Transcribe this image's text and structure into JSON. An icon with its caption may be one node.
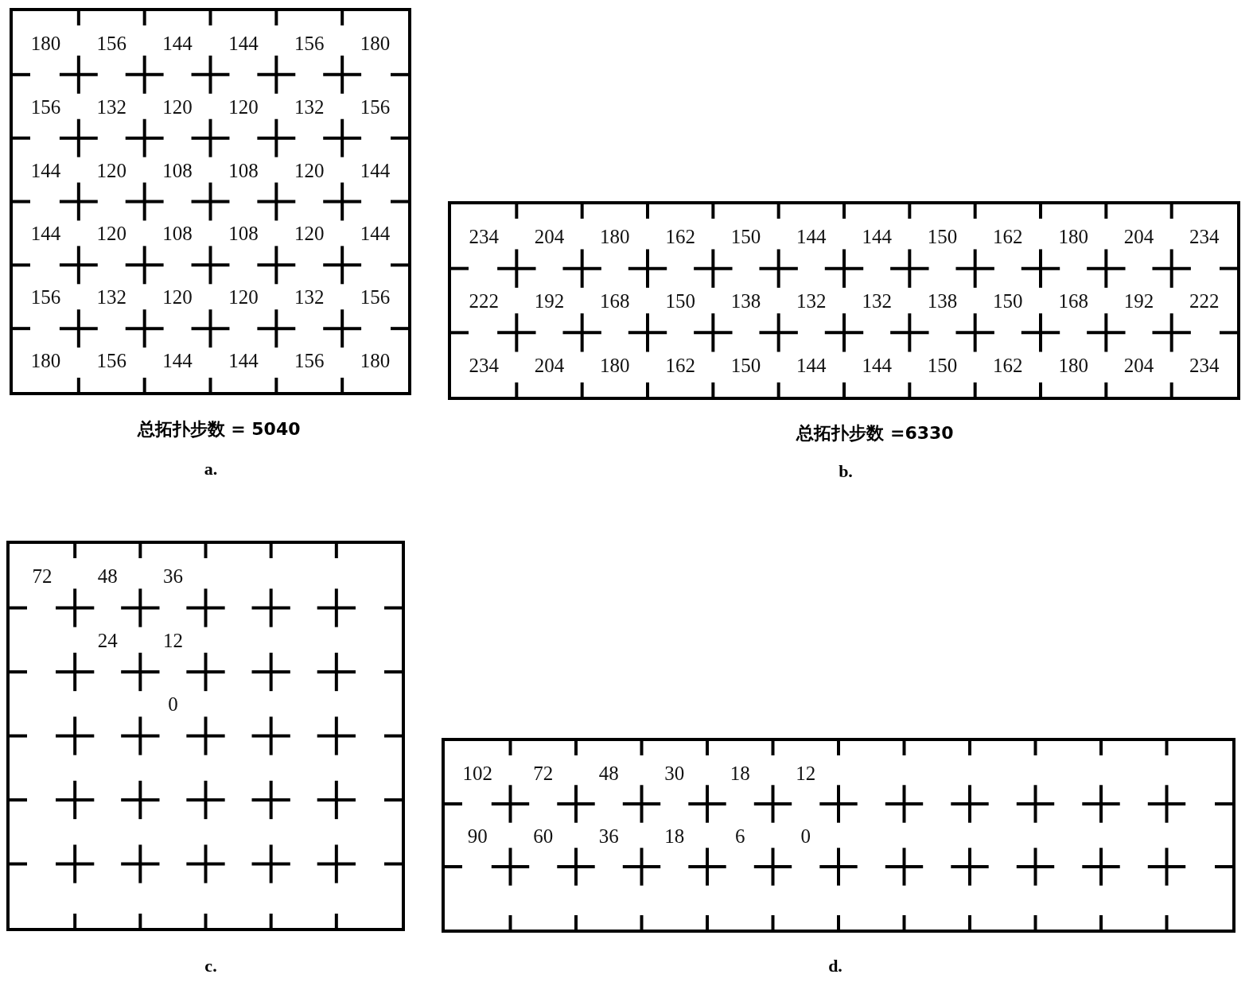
{
  "diagram": {
    "nodes": [
      {
        "text": [
          "180",
          "156",
          "144",
          "144",
          "156",
          "180",
          "156",
          "132",
          "120",
          "120",
          "132",
          "156",
          "144",
          "120",
          "108",
          "108",
          "120",
          "144",
          "144",
          "120",
          "108",
          "108",
          "120",
          "144",
          "156",
          "132",
          "120",
          "120",
          "132",
          "156",
          "180",
          "156",
          "144",
          "144",
          "156",
          "180"
        ],
        "beside": [
          "总拓扑步数 = 5040",
          "a."
        ]
      },
      {
        "text": [
          "234",
          "204",
          "180",
          "162",
          "150",
          "144",
          "144",
          "150",
          "162",
          "180",
          "204",
          "234",
          "222",
          "192",
          "168",
          "150",
          "138",
          "132",
          "132",
          "138",
          "150",
          "168",
          "192",
          "222",
          "234",
          "204",
          "180",
          "162",
          "150",
          "144",
          "144",
          "150",
          "162",
          "180",
          "204",
          "234"
        ],
        "beside": [
          "总拓扑步数 =6330",
          "b."
        ]
      },
      {
        "text": [
          "72",
          "48",
          "36",
          "24",
          "12",
          "0"
        ],
        "beside": [
          "c."
        ]
      },
      {
        "text": [
          "102",
          "72",
          "48",
          "30",
          "18",
          "12",
          "90",
          "60",
          "36",
          "18",
          "6",
          "0"
        ],
        "beside": [
          "d."
        ]
      }
    ]
  }
}
